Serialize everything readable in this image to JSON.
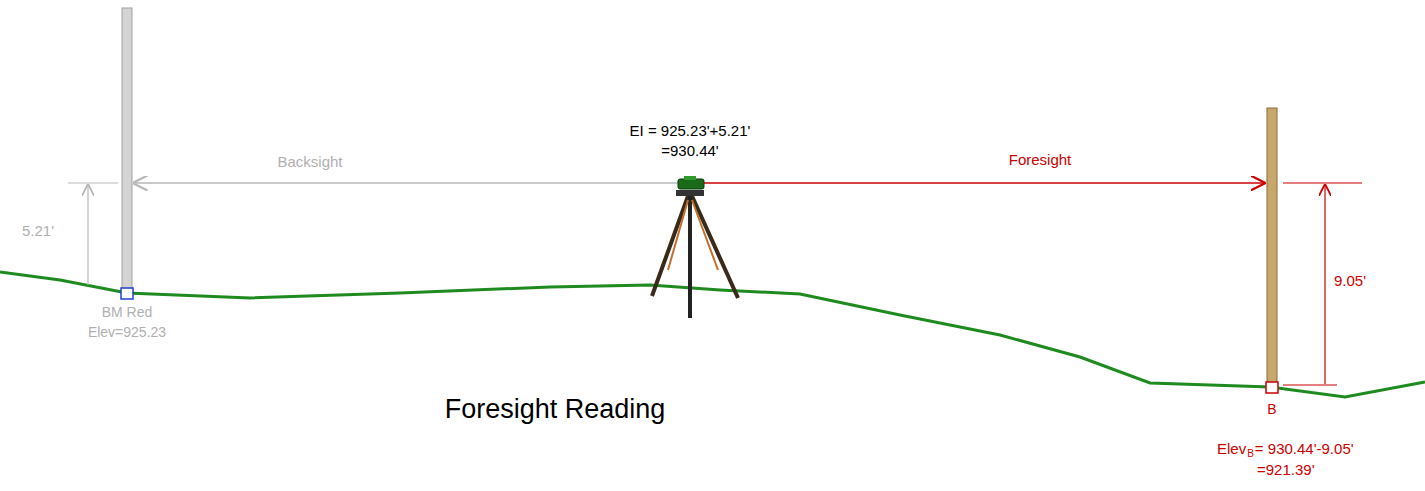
{
  "diagram": {
    "title": "Foresight Reading",
    "labels": [
      "EI = 925.23'+5.21'",
      "=930.44'",
      "Backsight",
      "Foresight",
      "5.21'",
      "9.05'",
      "BM Red",
      "Elev=925.23",
      "B",
      "Elev",
      "B",
      "= 930.44'-9.05'",
      "=921.39'"
    ]
  }
}
